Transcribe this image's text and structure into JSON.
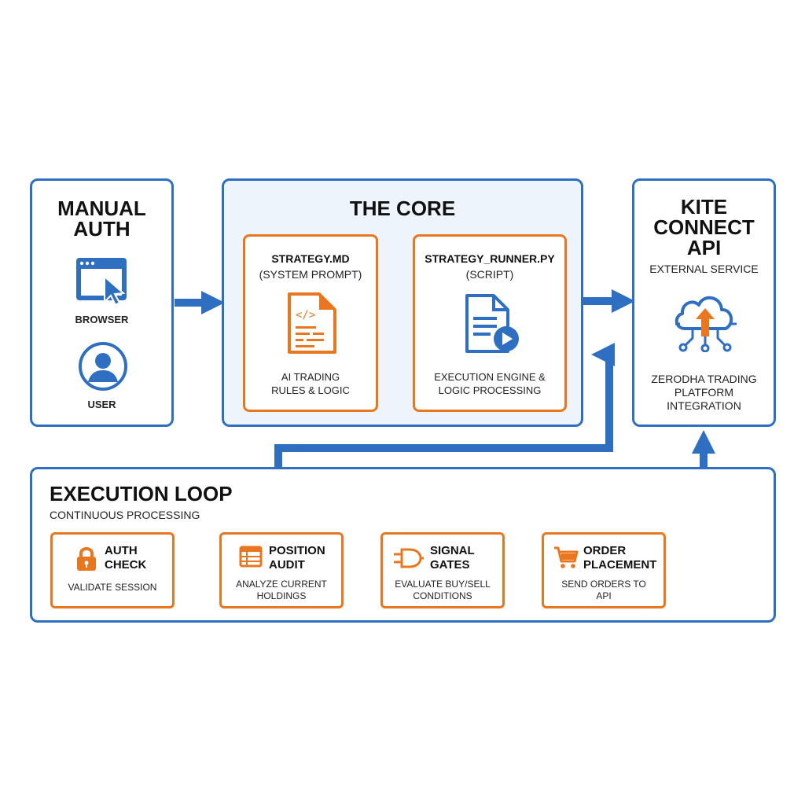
{
  "colors": {
    "blue": "#2f6fc1",
    "orange": "#e9771f",
    "core_bg": "#eef4fc"
  },
  "manual_auth": {
    "title": [
      "MANUAL",
      "AUTH"
    ],
    "browser_label": "BROWSER",
    "browser_icon": "browser-cursor-icon",
    "user_label": "USER",
    "user_icon": "user-icon"
  },
  "core": {
    "title": "THE CORE",
    "strategy": {
      "title": "STRATEGY.MD",
      "subtitle": "(SYSTEM PROMPT)",
      "icon": "code-file-icon",
      "desc": [
        "AI TRADING",
        "RULES & LOGIC"
      ]
    },
    "runner": {
      "title": "STRATEGY_RUNNER.PY",
      "subtitle": "(SCRIPT)",
      "icon": "script-run-icon",
      "desc": [
        "EXECUTION ENGINE &",
        "LOGIC PROCESSING"
      ]
    }
  },
  "kite": {
    "title": [
      "KITE",
      "CONNECT",
      "API"
    ],
    "subtitle": "EXTERNAL SERVICE",
    "icon": "cloud-upload-icon",
    "desc": [
      "ZERODHA TRADING",
      "PLATFORM",
      "INTEGRATION"
    ]
  },
  "loop": {
    "title": "EXECUTION LOOP",
    "subtitle": "CONTINUOUS PROCESSING",
    "steps": [
      {
        "title": [
          "AUTH",
          "CHECK"
        ],
        "desc": [
          "VALIDATE SESSION"
        ],
        "icon": "lock-icon"
      },
      {
        "title": [
          "POSITION",
          "AUDIT"
        ],
        "desc": [
          "ANALYZE CURRENT",
          "HOLDINGS"
        ],
        "icon": "table-icon"
      },
      {
        "title": [
          "SIGNAL",
          "GATES"
        ],
        "desc": [
          "EVALUATE BUY/SELL",
          "CONDITIONS"
        ],
        "icon": "logic-gate-icon"
      },
      {
        "title": [
          "ORDER",
          "PLACEMENT"
        ],
        "desc": [
          "SEND ORDERS TO",
          "API"
        ],
        "icon": "cart-icon"
      }
    ]
  }
}
